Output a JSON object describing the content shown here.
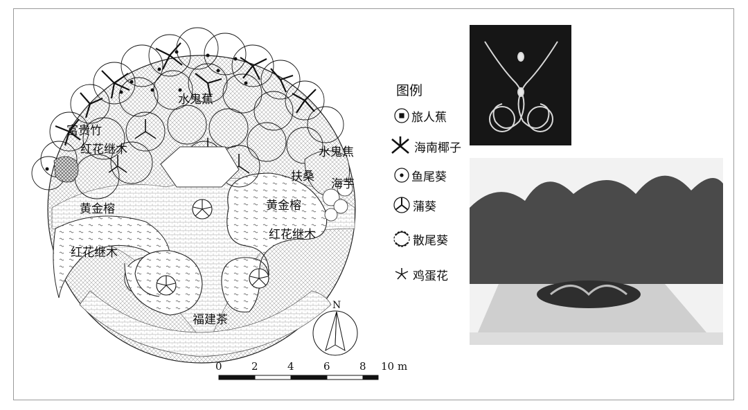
{
  "plan_labels": {
    "shuiguijiao_top": "水鬼蕉",
    "fuguizhu": "富贵竹",
    "hhjm_left_top": "红花继木",
    "shuiguijiao_right": "水鬼焦",
    "fusang": "扶桑",
    "haiyu": "海芋",
    "hjr_left": "黄金榕",
    "hjr_right": "黄金榕",
    "hhjm_left": "红花继木",
    "hhjm_right": "红花继木",
    "fujiancha": "福建茶"
  },
  "legend": {
    "title": "图例",
    "items": [
      {
        "icon": "traveler-palm-icon",
        "label": "旅人蕉"
      },
      {
        "icon": "coconut-palm-icon",
        "label": "海南椰子"
      },
      {
        "icon": "fishtail-palm-icon",
        "label": "鱼尾葵"
      },
      {
        "icon": "fan-palm-icon",
        "label": "蒲葵"
      },
      {
        "icon": "scattered-tail-palm-icon",
        "label": "散尾葵"
      },
      {
        "icon": "frangipani-icon",
        "label": "鸡蛋花"
      }
    ]
  },
  "scale_bar": {
    "ticks": [
      "0",
      "2",
      "4",
      "6",
      "8",
      "10"
    ],
    "unit": "m"
  },
  "north_arrow": {
    "label": "N"
  }
}
